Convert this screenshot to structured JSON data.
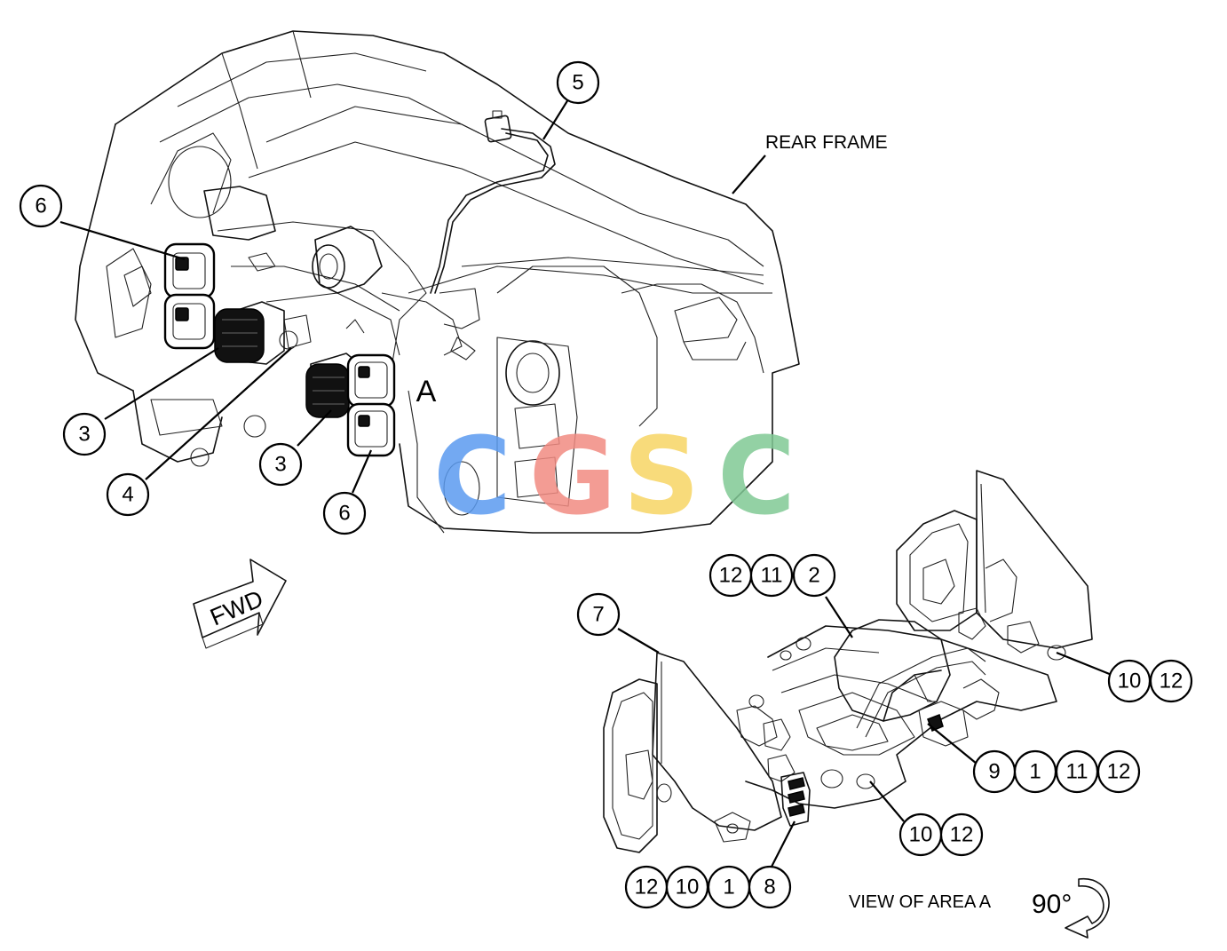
{
  "labels": {
    "rear_frame": "REAR FRAME",
    "area_marker": "A",
    "fwd": "FWD",
    "view_caption": "VIEW OF AREA A",
    "rotation": "90°"
  },
  "watermark": {
    "letters": [
      {
        "char": "C",
        "color": "#5b9bf0"
      },
      {
        "char": "G",
        "color": "#f28b82"
      },
      {
        "char": "S",
        "color": "#f7d565"
      },
      {
        "char": "C",
        "color": "#81c995"
      }
    ]
  },
  "callouts": {
    "c5": "5",
    "c6a": "6",
    "c3a": "3",
    "c4": "4",
    "c3b": "3",
    "c6b": "6",
    "c7": "7",
    "g2_a": "12",
    "g2_b": "11",
    "g2_c": "2",
    "g10a_a": "10",
    "g10a_b": "12",
    "g9_a": "9",
    "g9_b": "1",
    "g9_c": "11",
    "g9_d": "12",
    "g10b_a": "10",
    "g10b_b": "12",
    "g8_a": "12",
    "g8_b": "10",
    "g8_c": "1",
    "g8_d": "8"
  }
}
